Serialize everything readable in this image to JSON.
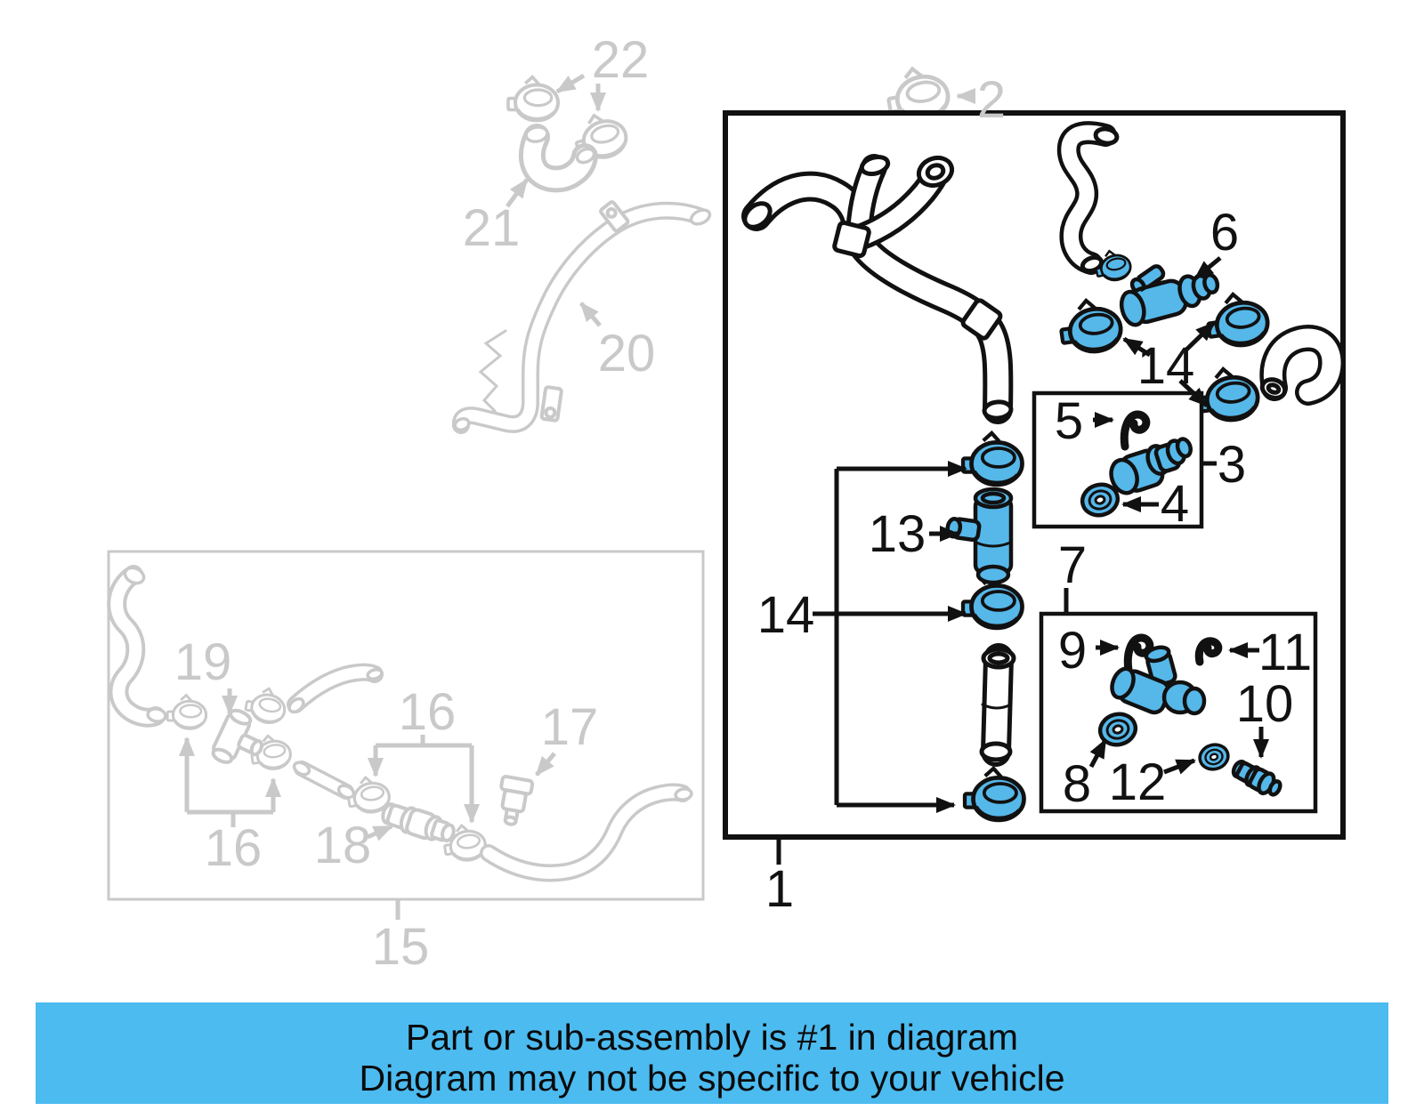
{
  "banner": {
    "line1": "Part or sub-assembly is #1 in diagram",
    "line2": "Diagram may not be specific to your vehicle"
  },
  "colors": {
    "highlight": "#56b7e9",
    "muted": "#c9c9c9",
    "ink": "#111111",
    "banner_bg": "#4cbbf0"
  },
  "callouts": {
    "n1": "1",
    "n2": "2",
    "n3": "3",
    "n4": "4",
    "n5": "5",
    "n6": "6",
    "n7": "7",
    "n8": "8",
    "n9": "9",
    "n10": "10",
    "n11": "11",
    "n12": "12",
    "n13": "13",
    "n14": "14",
    "n15": "15",
    "n16": "16",
    "n17": "17",
    "n18": "18",
    "n19": "19",
    "n20": "20",
    "n21": "21",
    "n22": "22"
  }
}
